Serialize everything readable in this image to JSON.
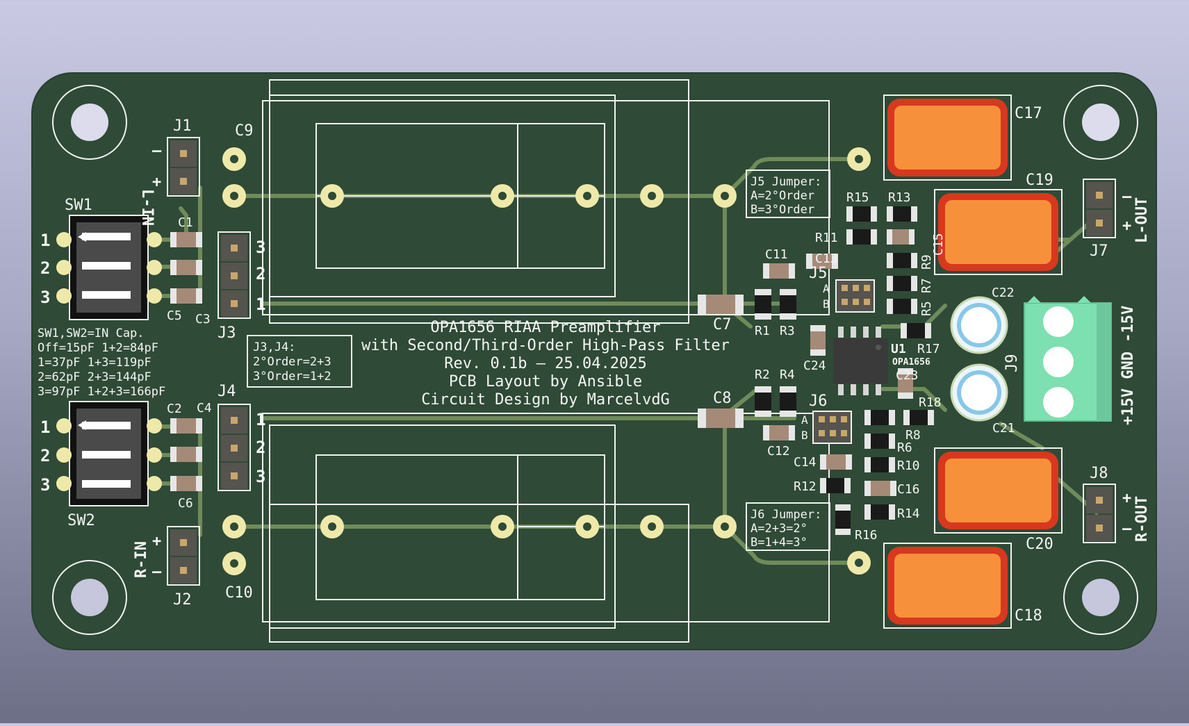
{
  "board": {
    "title_lines": [
      "OPA1656 RIAA Preamplifier",
      "with Second/Third-Order High-Pass Filter",
      "Rev. 0.1b – 25.04.2025",
      "PCB Layout by Ansible",
      "Circuit Design by MarcelvdG"
    ],
    "colors": {
      "board": "#2f4a36",
      "trace": "#6f8b5a",
      "silk": "#f2f2f2",
      "pad": "#efe9a9",
      "smd_cap": "#a58a78",
      "film_cap": "#f7903a",
      "terminal": "#7de0b0"
    },
    "sw_note": [
      "SW1,SW2=IN Cap.",
      "Off=15pF  1+2=84pF",
      "1=37pF  1+3=119pF",
      "2=62pF  2+3=144pF",
      "3=97pF  1+2+3=166pF"
    ],
    "j34_note": [
      "J3,J4:",
      "2°Order=2+3",
      "3°Order=1+2"
    ],
    "j5_note": [
      "J5 Jumper:",
      "A=2°Order",
      "B=3°Order"
    ],
    "j6_note": [
      "J6 Jumper:",
      "A=2+3=2°",
      "B=1+4=3°"
    ],
    "connectors": {
      "lin": "L-IN",
      "rin": "R-IN",
      "lout": "L-OUT",
      "rout": "R-OUT",
      "power": "+15V GND -15V",
      "plus": "+",
      "minus": "–"
    },
    "switch_numbers": [
      "1",
      "2",
      "3"
    ],
    "header_numbers_j3": [
      "3",
      "2",
      "1"
    ],
    "header_numbers_j4": [
      "1",
      "2",
      "3"
    ],
    "jumper_ab": [
      "A",
      "B"
    ],
    "refs": {
      "J1": "J1",
      "J2": "J2",
      "J3": "J3",
      "J4": "J4",
      "J5": "J5",
      "J6": "J6",
      "J7": "J7",
      "J8": "J8",
      "J9": "J9",
      "SW1": "SW1",
      "SW2": "SW2",
      "U1": "U1",
      "U1_value": "OPA1656",
      "C1": "C1",
      "C2": "C2",
      "C3": "C3",
      "C4": "C4",
      "C5": "C5",
      "C6": "C6",
      "C7": "C7",
      "C8": "C8",
      "C9": "C9",
      "C10": "C10",
      "C11": "C11",
      "C12": "C12",
      "C13": "C13",
      "C14": "C14",
      "C15": "C15",
      "C16": "C16",
      "C17": "C17",
      "C18": "C18",
      "C19": "C19",
      "C20": "C20",
      "C21": "C21",
      "C22": "C22",
      "C23": "C23",
      "C24": "C24",
      "R1": "R1",
      "R2": "R2",
      "R3": "R3",
      "R4": "R4",
      "R5": "R5",
      "R6": "R6",
      "R7": "R7",
      "R8": "R8",
      "R9": "R9",
      "R10": "R10",
      "R11": "R11",
      "R12": "R12",
      "R13": "R13",
      "R14": "R14",
      "R15": "R15",
      "R16": "R16",
      "R17": "R17",
      "R18": "R18"
    }
  }
}
